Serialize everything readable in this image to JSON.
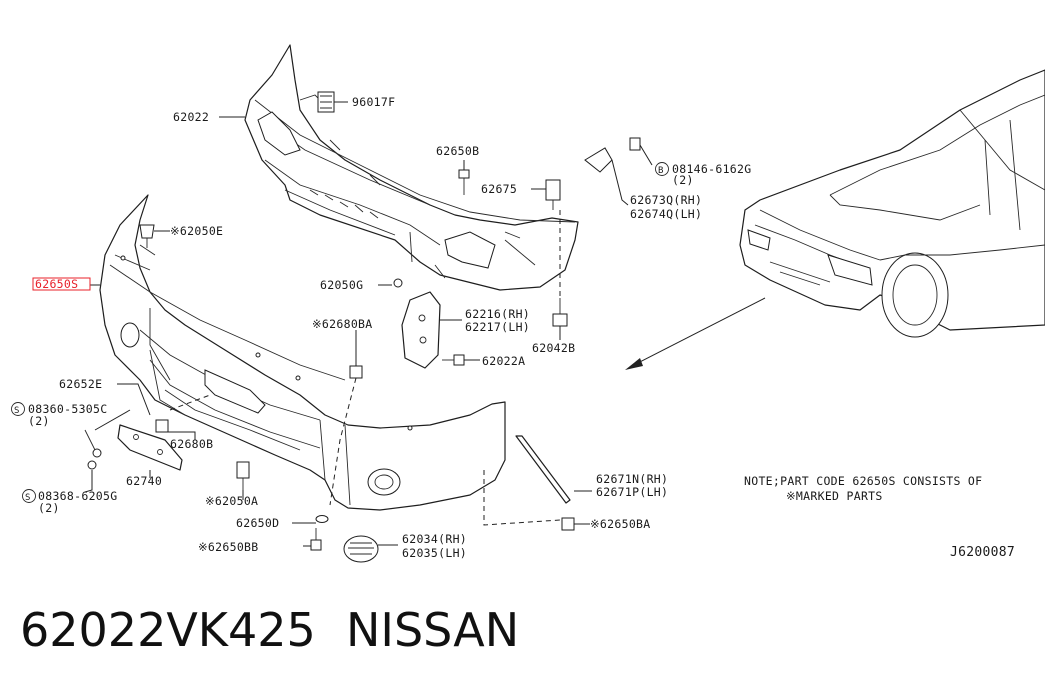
{
  "labels": {
    "p96017F": "96017F",
    "p62022_top": "62022",
    "p62650B": "62650B",
    "p62675": "62675",
    "b_circle": "B",
    "p08146": "08146-6162G",
    "p08146_qty": "(2)",
    "p62673Q": "62673Q(RH)",
    "p62674Q": "62674Q(LH)",
    "p62050E": "※62050E",
    "p62650S": "62650S",
    "p62050G": "62050G",
    "p62216": "62216(RH)",
    "p62217": "62217(LH)",
    "p62042B": "62042B",
    "p62680BA": "※62680BA",
    "p62022A": "62022A",
    "p62652E": "62652E",
    "s_circle1": "S",
    "p08360": "08360-5305C",
    "p08360_qty": "(2)",
    "p62680B": "62680B",
    "p62740": "62740",
    "s_circle2": "S",
    "p08368": "08368-6205G",
    "p08368_qty": "(2)",
    "p62050A": "※62050A",
    "p62650D": "62650D",
    "p62650BB": "※62650BB",
    "p62034": "62034(RH)",
    "p62035": "62035(LH)",
    "p62671N": "62671N(RH)",
    "p62671P": "62671P(LH)",
    "p62650BA": "※62650BA",
    "note_line1": "NOTE;PART CODE 62650S CONSISTS OF",
    "note_line2": "※MARKED PARTS",
    "diagram_code": "J6200087"
  },
  "caption": {
    "part_number": "62022VK425",
    "brand": "NISSAN"
  },
  "colors": {
    "highlight": "#e8202a",
    "ink": "#1e1e1e"
  }
}
